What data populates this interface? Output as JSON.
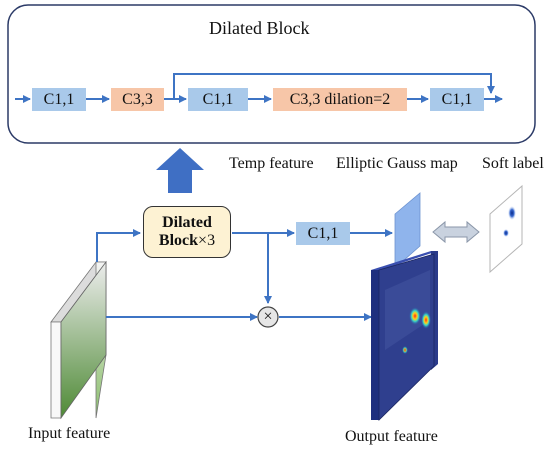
{
  "dilated_block": {
    "title": "Dilated Block",
    "boxes": [
      "C1,1",
      "C3,3",
      "C1,1",
      "C3,3 dilation=2",
      "C1,1"
    ]
  },
  "main": {
    "dilated_block_line1": "Dilated",
    "dilated_block_line2_bold": "Block",
    "dilated_block_line2_suffix": "×3",
    "conv_box": "C1,1",
    "multiply_symbol": "×",
    "double_arrow_icon": "double-arrow-icon"
  },
  "labels": {
    "temp_feature": "Temp feature",
    "elliptic_gauss_map": "Elliptic Gauss map",
    "soft_label": "Soft label",
    "input_feature": "Input feature",
    "output_feature": "Output feature"
  },
  "colors": {
    "line_blue": "#3e74c4",
    "block_blue": "#a9c9ea",
    "block_orange": "#f7c6a8",
    "big_arrow": "#3f6fc4",
    "dilated_fill": "#fdf2d3",
    "map_fill": "#8fb4ec"
  }
}
